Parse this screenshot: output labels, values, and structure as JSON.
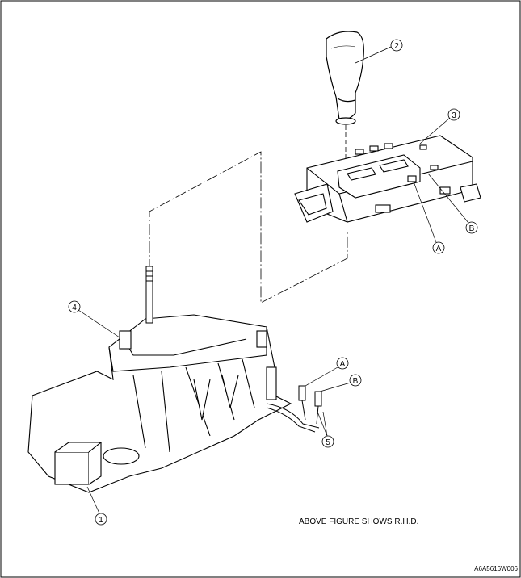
{
  "callouts": [
    {
      "id": "c1",
      "text": "1"
    },
    {
      "id": "c2",
      "text": "2"
    },
    {
      "id": "c3",
      "text": "3"
    },
    {
      "id": "c4",
      "text": "4"
    },
    {
      "id": "c5",
      "text": "5"
    },
    {
      "id": "cA1",
      "text": "A"
    },
    {
      "id": "cB1",
      "text": "B"
    },
    {
      "id": "cA2",
      "text": "A"
    },
    {
      "id": "cB2",
      "text": "B"
    }
  ],
  "note": "ABOVE FIGURE SHOWS R.H.D.",
  "figure_id": "A6A5616W006"
}
